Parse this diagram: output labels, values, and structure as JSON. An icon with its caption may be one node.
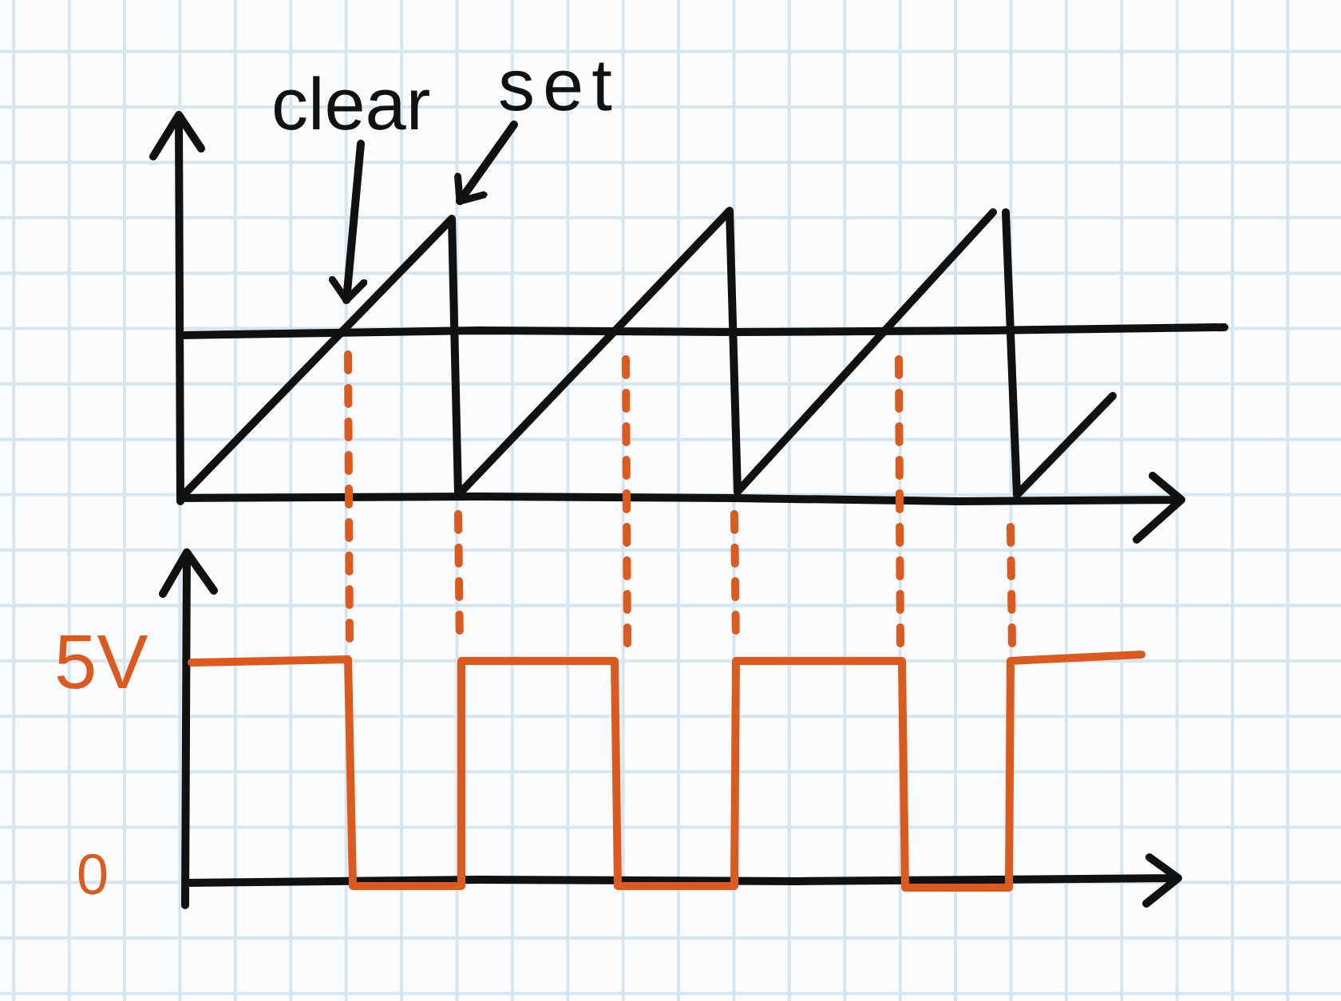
{
  "diagram": {
    "nodes": [
      {
        "text": [
          "clear"
        ]
      },
      {
        "text": [
          "set"
        ]
      }
    ],
    "edges": [
      {
        "from": 0,
        "to": null,
        "arrow": "to"
      },
      {
        "from": 1,
        "to": null,
        "arrow": "to"
      }
    ],
    "labels": [
      "5V",
      "0"
    ]
  }
}
